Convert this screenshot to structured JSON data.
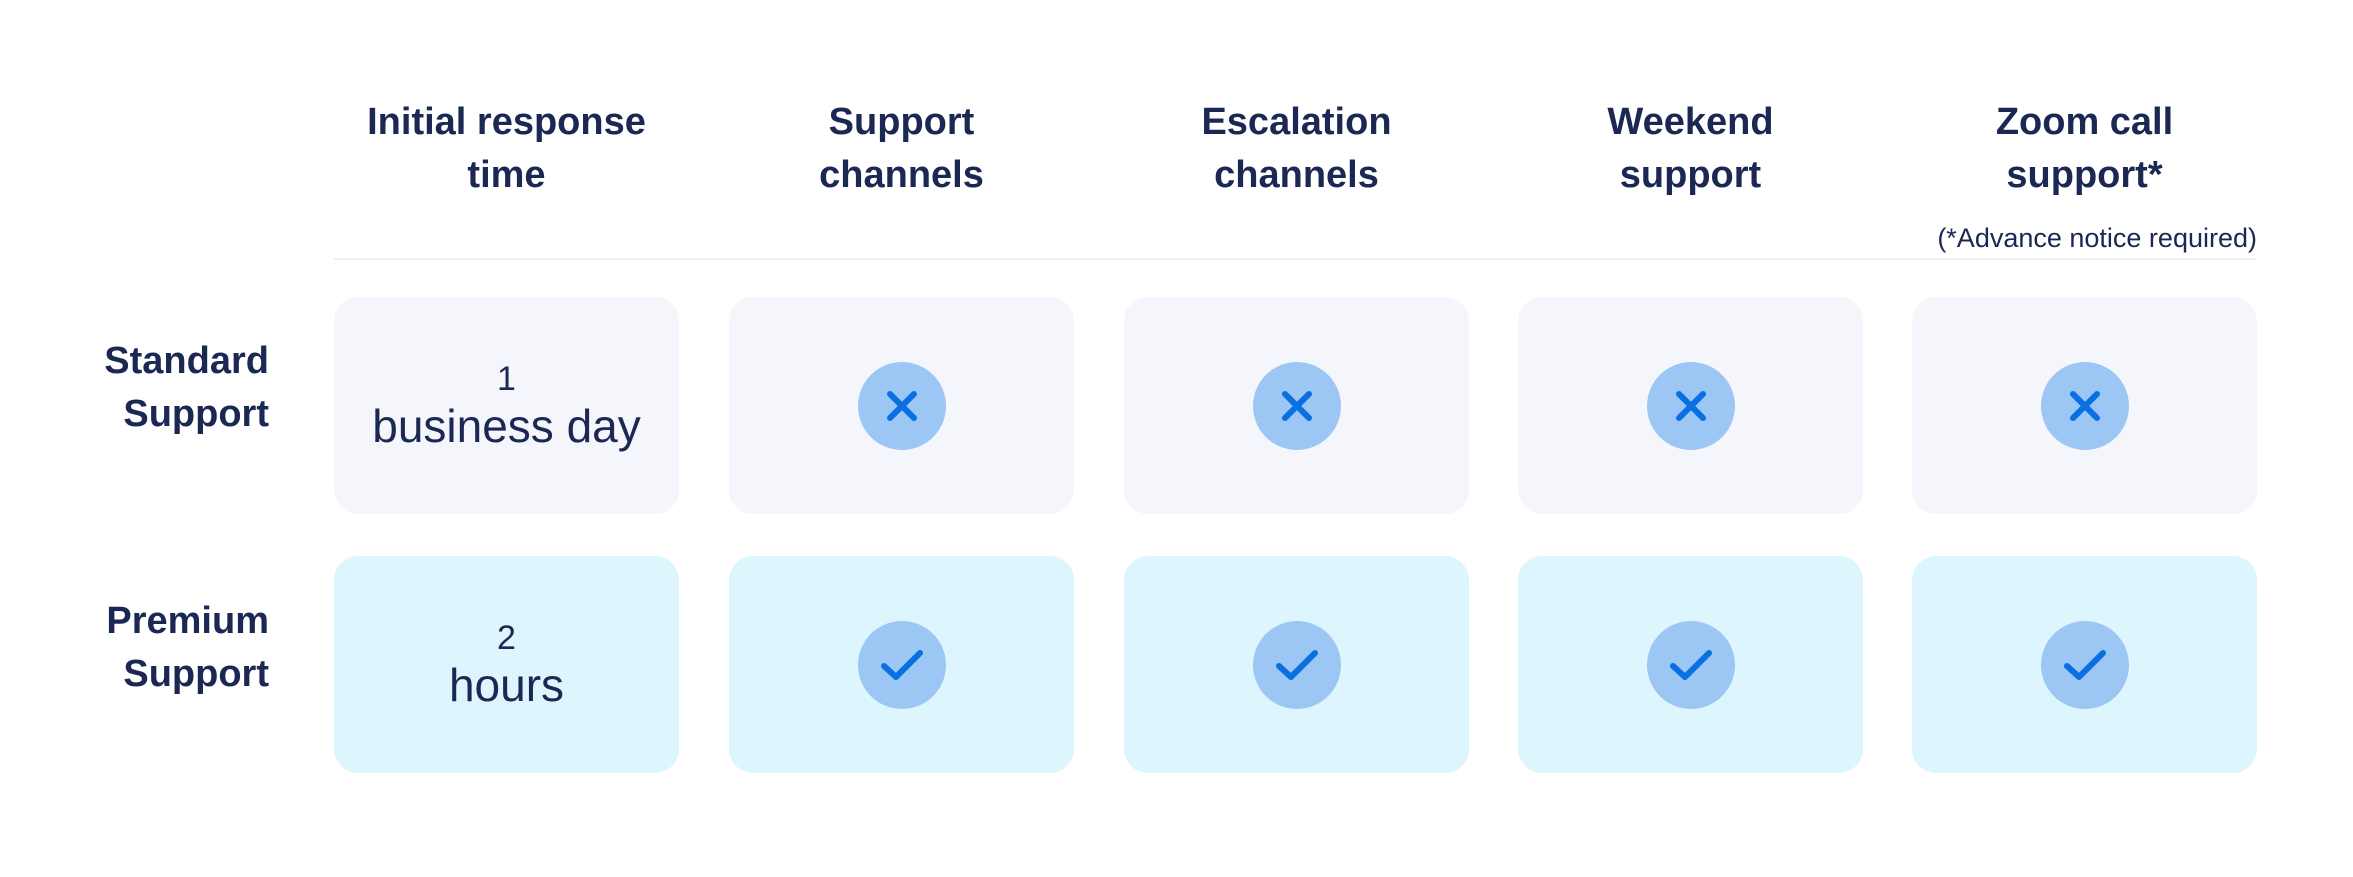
{
  "columns": [
    {
      "line1": "Initial response",
      "line2": "time"
    },
    {
      "line1": "Support",
      "line2": "channels"
    },
    {
      "line1": "Escalation",
      "line2": "channels"
    },
    {
      "line1": "Weekend",
      "line2": "support"
    },
    {
      "line1": "Zoom call",
      "line2": "support*"
    }
  ],
  "footnote": "(*Advance notice required)",
  "rows": [
    {
      "label_line1": "Standard",
      "label_line2": "Support",
      "response_number": "1",
      "response_unit": "business day",
      "features": [
        "close-icon",
        "close-icon",
        "close-icon",
        "close-icon"
      ]
    },
    {
      "label_line1": "Premium",
      "label_line2": "Support",
      "response_number": "2",
      "response_unit": "hours",
      "features": [
        "check-icon",
        "check-icon",
        "check-icon",
        "check-icon"
      ]
    }
  ],
  "colors": {
    "text": "#1b2853",
    "standard_cell": "#f4f6fb",
    "premium_cell": "#ddf6fd",
    "badge_fill": "#9cc7f4",
    "icon": "#0a6fe0"
  }
}
